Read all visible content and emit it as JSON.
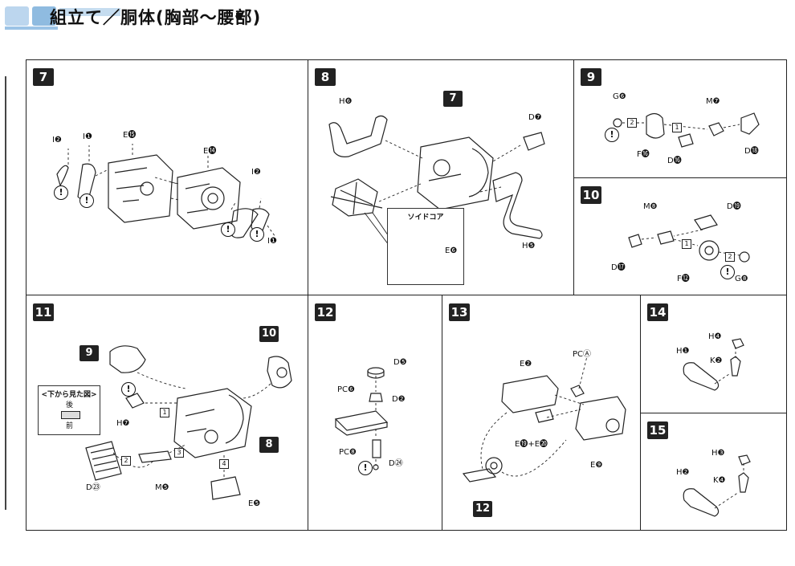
{
  "header": {
    "title": "組立て／胴体(胸部～腰部)"
  },
  "panels": {
    "p7": {
      "step": "7",
      "labels": {
        "i2a": "I❷",
        "i1a": "I❶",
        "e15": "E⓯",
        "e14": "E⓮",
        "i2b": "I❷",
        "i1b": "I❶"
      }
    },
    "p8": {
      "step": "8",
      "callout": "7",
      "labels": {
        "h6": "H❻",
        "d7": "D❼",
        "h5": "H❺",
        "e6": "E❻"
      },
      "inset_title": "ソイドコア"
    },
    "p9": {
      "step": "9",
      "labels": {
        "g6": "G❻",
        "m7": "M❼",
        "f16": "F⓰",
        "d16": "D⓰",
        "d18": "D⓲"
      },
      "nums": {
        "n2": "2",
        "n1": "1"
      }
    },
    "p10": {
      "step": "10",
      "labels": {
        "m8": "M❽",
        "d19": "D⓳",
        "d17": "D⓱",
        "f12": "F⓬",
        "g8": "G❽"
      },
      "nums": {
        "n1": "1",
        "n2": "2"
      }
    },
    "p11": {
      "step": "11",
      "callouts": {
        "c9": "9",
        "c10": "10",
        "c8": "8"
      },
      "inset_title": "<下から見た図>",
      "inset_back": "後",
      "inset_front": "前",
      "labels": {
        "h7": "H❼",
        "d23": "D㉓",
        "m5": "M❺",
        "e5": "E❺"
      },
      "nums": {
        "n1": "1",
        "n2": "2",
        "n3": "3",
        "n4": "4"
      }
    },
    "p12": {
      "step": "12",
      "labels": {
        "d5": "D❺",
        "pcc": "PC❻",
        "d2": "D❷",
        "pcb": "PC❽",
        "d24": "D㉔"
      }
    },
    "p13": {
      "step": "13",
      "callout": "12",
      "labels": {
        "e2": "E❷",
        "pca": "PCⒶ",
        "e19e20": "E⓳+E⓴",
        "e9": "E❾"
      }
    },
    "p14": {
      "step": "14",
      "labels": {
        "h4": "H❹",
        "h1": "H❶",
        "k2": "K❷"
      }
    },
    "p15": {
      "step": "15",
      "labels": {
        "h3": "H❸",
        "h2": "H❷",
        "k4": "K❹"
      }
    }
  },
  "caution_mark": "!"
}
